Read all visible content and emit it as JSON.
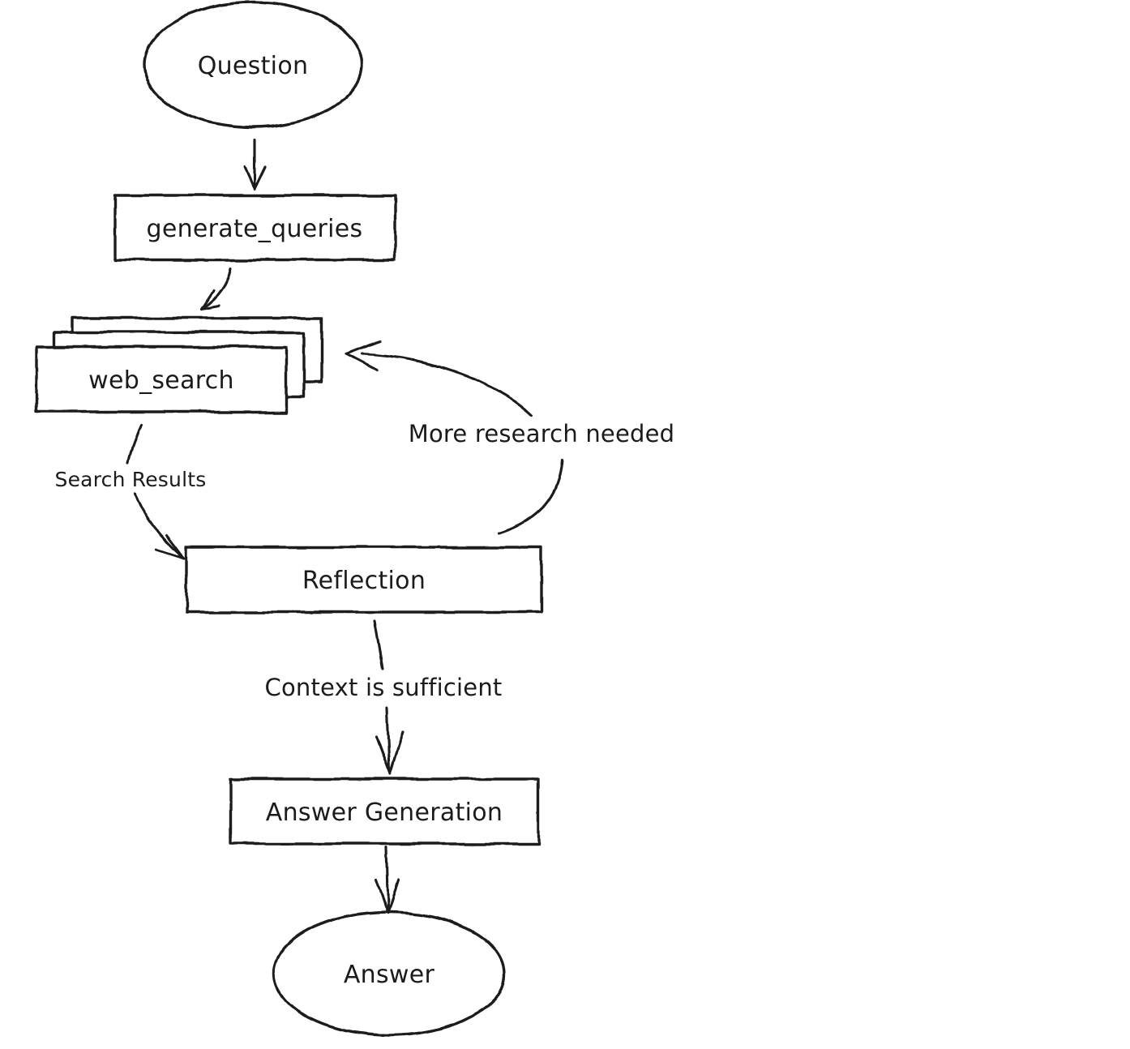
{
  "page": {
    "background": "#ffffff"
  },
  "diagram": {
    "style": "hand-drawn-flowchart",
    "stroke_color": "#1b1b1b",
    "fill_color": "#ffffff",
    "nodes": {
      "question": {
        "label": "Question",
        "shape": "ellipse"
      },
      "generate_queries": {
        "label": "generate_queries",
        "shape": "rectangle"
      },
      "web_search": {
        "label": "web_search",
        "shape": "stacked-rectangles"
      },
      "reflection": {
        "label": "Reflection",
        "shape": "rectangle"
      },
      "answer_generation": {
        "label": "Answer Generation",
        "shape": "rectangle"
      },
      "answer": {
        "label": "Answer",
        "shape": "ellipse"
      }
    },
    "edge_labels": {
      "search_results": "Search Results",
      "more_research": "More research needed",
      "context_sufficient": "Context is sufficient"
    }
  }
}
